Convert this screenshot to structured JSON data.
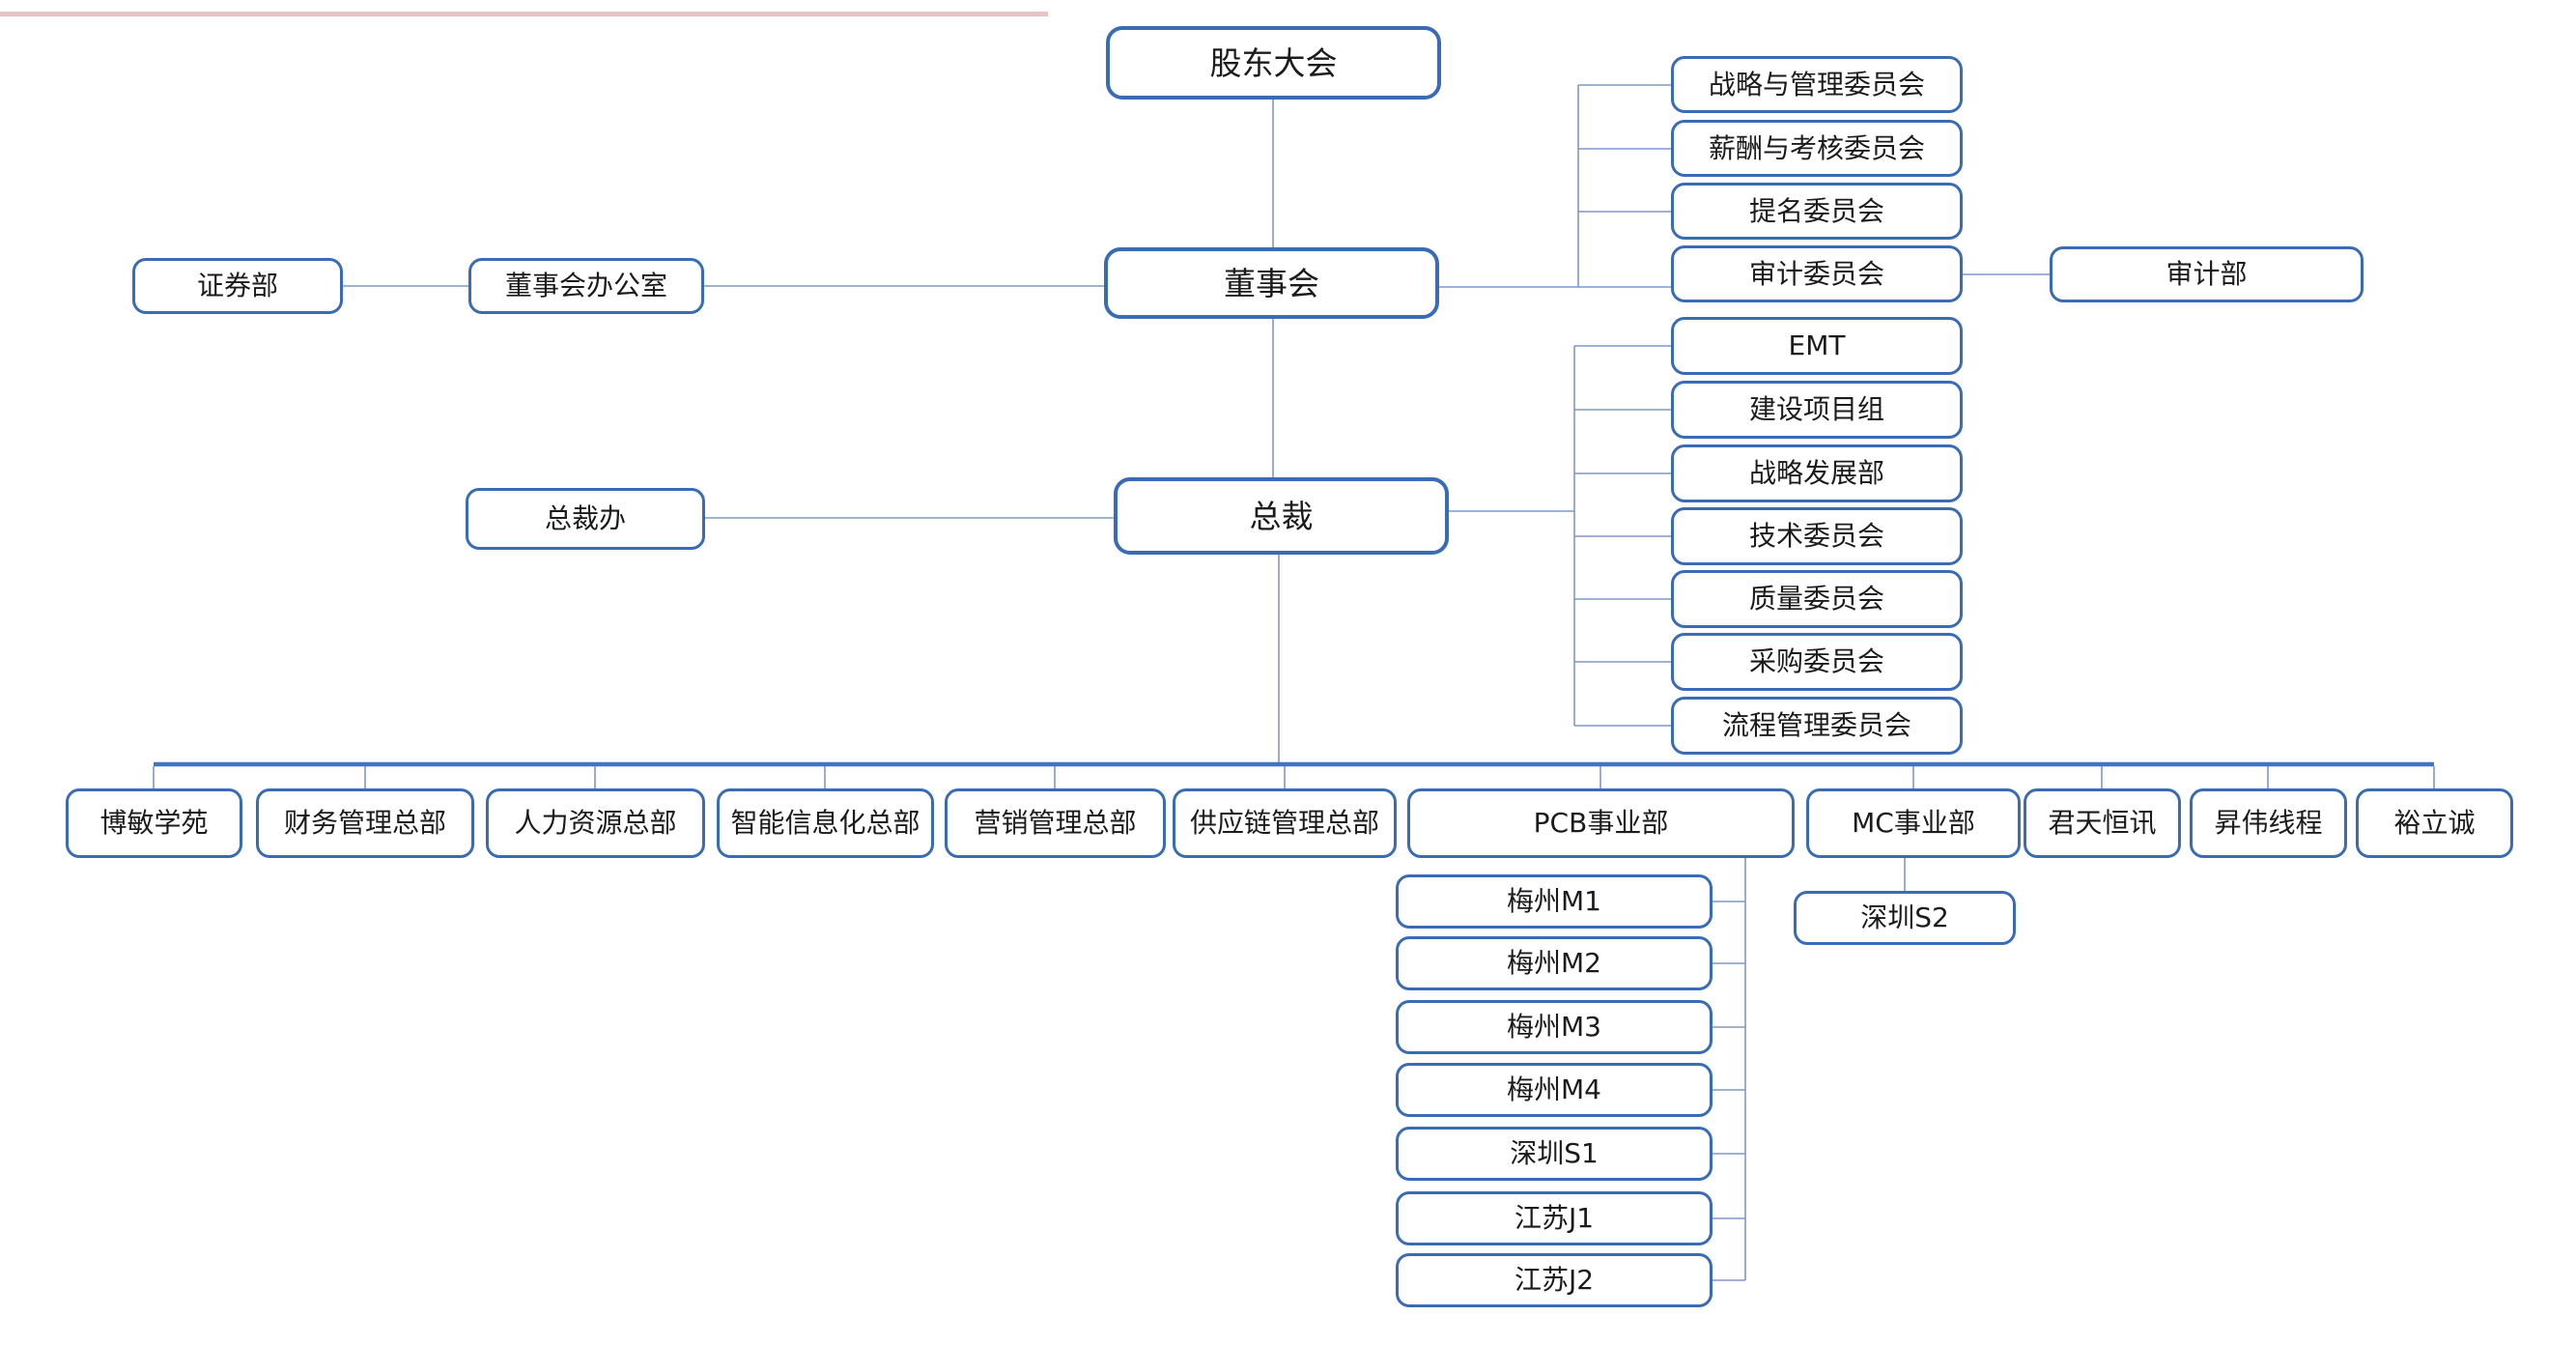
{
  "diagram_title": "",
  "nodes": {
    "shareholders": "股东大会",
    "board": "董事会",
    "securities": "证券部",
    "board_office": "董事会办公室",
    "audit_dept": "审计部",
    "president": "总裁",
    "president_office": "总裁办"
  },
  "board_committees": [
    "战略与管理委员会",
    "薪酬与考核委员会",
    "提名委员会",
    "审计委员会"
  ],
  "president_units": [
    "EMT",
    "建设项目组",
    "战略发展部",
    "技术委员会",
    "质量委员会",
    "采购委员会",
    "流程管理委员会"
  ],
  "departments": [
    "博敏学苑",
    "财务管理总部",
    "人力资源总部",
    "智能信息化总部",
    "营销管理总部",
    "供应链管理总部",
    "PCB事业部",
    "MC事业部",
    "君天恒讯",
    "昇伟线程",
    "裕立诚"
  ],
  "pcb_sites": [
    "梅州M1",
    "梅州M2",
    "梅州M3",
    "梅州M4",
    "深圳S1",
    "江苏J1",
    "江苏J2"
  ],
  "mc_sites": [
    "深圳S2"
  ],
  "colors": {
    "box_border": "#3a6bb5",
    "connector": "#8097c8",
    "bus": "#4472c4",
    "text": "#1b1b1b",
    "artifact": "#bb5555"
  }
}
